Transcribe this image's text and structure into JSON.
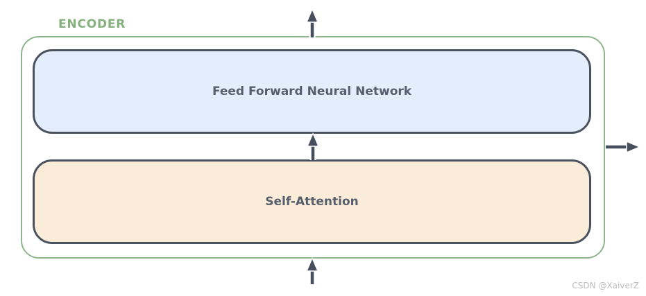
{
  "diagram": {
    "title": "ENCODER",
    "blocks": [
      {
        "id": "feed-forward",
        "label": "Feed Forward Neural Network",
        "fill": "#e4edfb"
      },
      {
        "id": "self-attention",
        "label": "Self-Attention",
        "fill": "#fbecd9"
      }
    ],
    "arrows": [
      {
        "name": "input-arrow",
        "direction": "up",
        "position": "below-encoder"
      },
      {
        "name": "attention-to-ffn-arrow",
        "direction": "up",
        "position": "between-blocks"
      },
      {
        "name": "output-arrow",
        "direction": "up",
        "position": "above-encoder"
      },
      {
        "name": "side-output-arrow",
        "direction": "right",
        "position": "right-of-encoder"
      }
    ],
    "colors": {
      "encoder_border": "#8fb58c",
      "encoder_label": "#86b07e",
      "block_border": "#4a5260",
      "block_text": "#575f6d",
      "arrow": "#474e5d",
      "feed_forward_fill": "#e4edfb",
      "self_attention_fill": "#fbecd9"
    }
  },
  "watermark": {
    "text": "CSDN @XaiverZ",
    "color": "#bdbdbd"
  }
}
